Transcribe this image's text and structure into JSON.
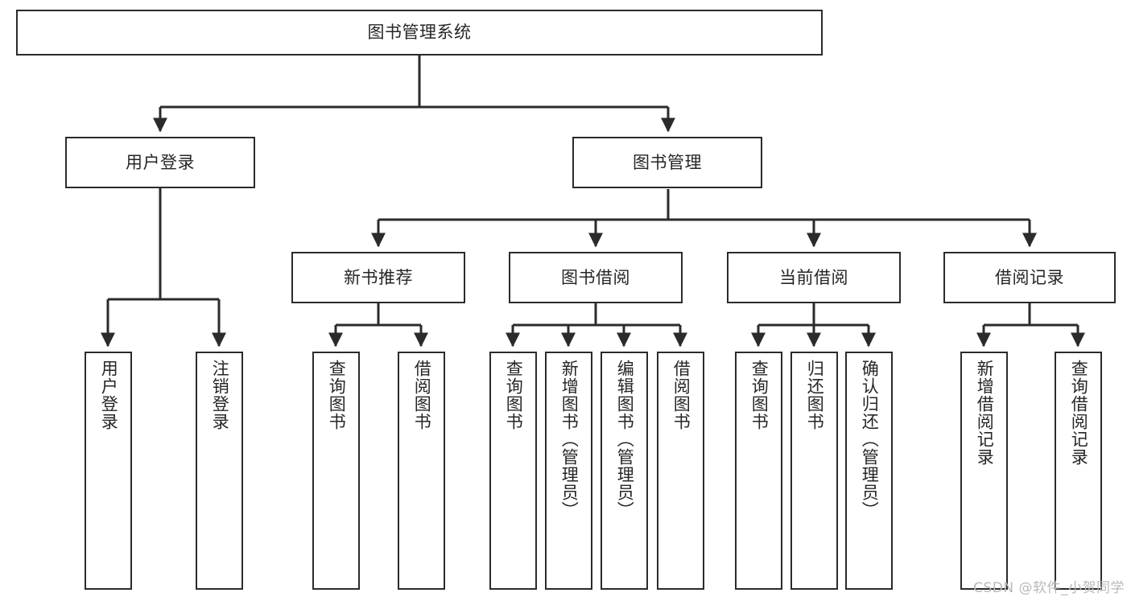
{
  "diagram": {
    "title": "图书管理系统",
    "watermark": "CSDN @软件_小贺同学",
    "line_color": "#2b2b2b",
    "text_color": "#262626",
    "background": "#ffffff",
    "levels": {
      "root": {
        "label": "图书管理系统"
      },
      "level2": [
        {
          "label": "用户登录"
        },
        {
          "label": "图书管理"
        }
      ],
      "level3": [
        {
          "label": "新书推荐"
        },
        {
          "label": "图书借阅"
        },
        {
          "label": "当前借阅"
        },
        {
          "label": "借阅记录"
        }
      ],
      "leaves": [
        {
          "label": "用户登录"
        },
        {
          "label": "注销登录"
        },
        {
          "label": "查询图书"
        },
        {
          "label": "借阅图书"
        },
        {
          "label": "查询图书"
        },
        {
          "label": "新增图书（管理员）"
        },
        {
          "label": "编辑图书（管理员）"
        },
        {
          "label": "借阅图书"
        },
        {
          "label": "查询图书"
        },
        {
          "label": "归还图书"
        },
        {
          "label": "确认归还（管理员）"
        },
        {
          "label": "新增借阅记录"
        },
        {
          "label": "查询借阅记录"
        }
      ]
    }
  }
}
